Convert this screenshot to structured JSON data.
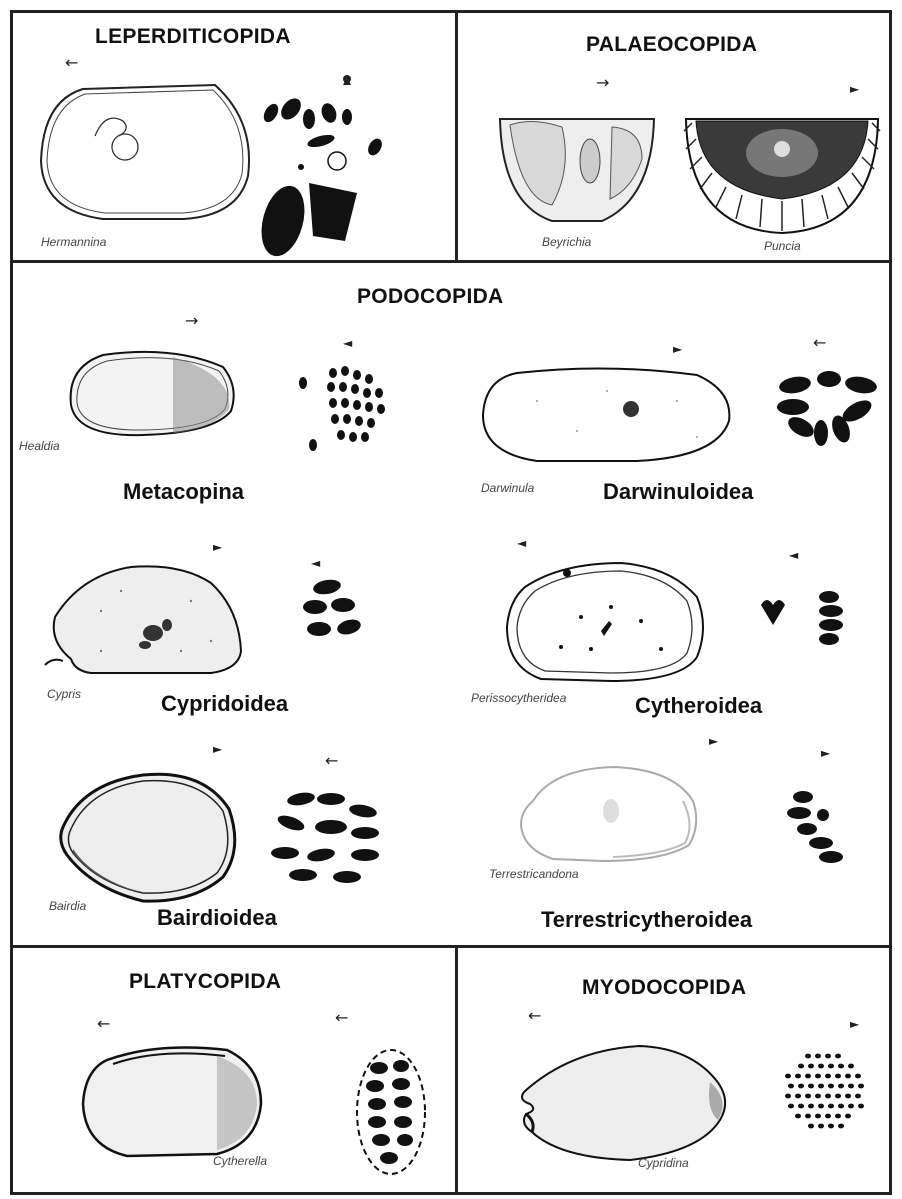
{
  "panels": {
    "leperditicopida": {
      "title": "LEPERDITICOPIDA",
      "genus": "Hermannina"
    },
    "palaeocopida": {
      "title": "PALAEOCOPIDA",
      "genera": [
        "Beyrichia",
        "Puncia"
      ]
    },
    "podocopida": {
      "title": "PODOCOPIDA",
      "groups": [
        {
          "name": "Metacopina",
          "genus": "Healdia"
        },
        {
          "name": "Darwinuloidea",
          "genus": "Darwinula"
        },
        {
          "name": "Cypridoidea",
          "genus": "Cypris"
        },
        {
          "name": "Cytheroidea",
          "genus": "Perissocytheridea"
        },
        {
          "name": "Bairdioidea",
          "genus": "Bairdia"
        },
        {
          "name": "Terrestricytheroidea",
          "genus": "Terrestricandona"
        }
      ]
    },
    "platycopida": {
      "title": "PLATYCOPIDA",
      "genus": "Cytherella"
    },
    "myodocopida": {
      "title": "MYODOCOPIDA",
      "genus": "Cypridina"
    }
  },
  "arrows": {
    "left": "←",
    "right": "→",
    "left_head": "◄",
    "right_head": "►"
  },
  "colors": {
    "border": "#222222",
    "ink": "#111111",
    "shell_fill": "#f3f3f3"
  }
}
